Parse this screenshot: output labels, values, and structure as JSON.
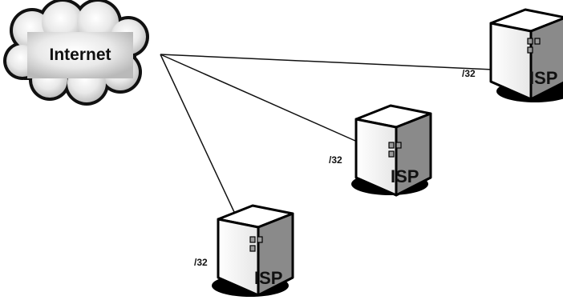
{
  "cloud": {
    "label": "Internet"
  },
  "nodes": [
    {
      "label": "ISP",
      "prefix": "/32"
    },
    {
      "label": "ISP",
      "prefix": "/32"
    },
    {
      "label": "ISP",
      "prefix": "/32"
    }
  ]
}
